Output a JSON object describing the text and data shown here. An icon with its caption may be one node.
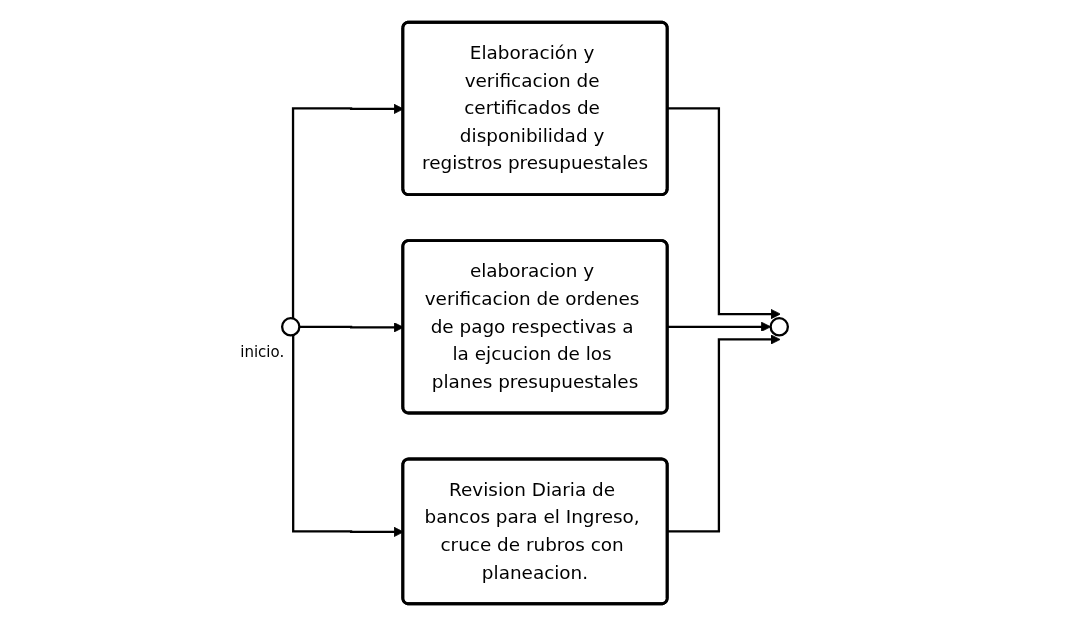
{
  "diagram": {
    "nodes": [
      {
        "text": [],
        "shape": "circle",
        "beside": [
          "inicio."
        ]
      },
      {
        "text": [
          "Elaboración y verificacion de certificados de disponibilidad y registros presupuestales"
        ]
      },
      {
        "text": [
          "elaboracion y verificacion de ordenes de pago respectivas a la ejcucion de los planes presupuestales"
        ]
      },
      {
        "text": [
          "Revision Diaria de bancos para el Ingreso, cruce de rubros con planeacion."
        ]
      },
      {
        "text": [],
        "shape": "circle"
      }
    ],
    "edges": [
      {
        "from": 0,
        "to": 1,
        "arrow": "to"
      },
      {
        "from": 0,
        "to": 2,
        "arrow": "to"
      },
      {
        "from": 0,
        "to": 3,
        "arrow": "to"
      },
      {
        "from": 1,
        "to": 4,
        "arrow": "to"
      },
      {
        "from": 2,
        "to": 4,
        "arrow": "to"
      },
      {
        "from": 3,
        "to": 4,
        "arrow": "to"
      }
    ]
  }
}
